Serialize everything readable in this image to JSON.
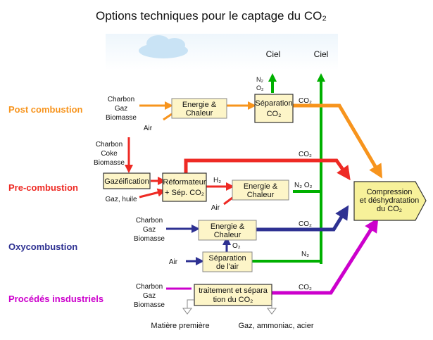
{
  "title": "Options techniques pour le captage du CO₂",
  "sky": {
    "left": "Ciel",
    "right": "Ciel"
  },
  "processes": {
    "post": "Post combustion",
    "pre": "Pre-combustion",
    "oxy": "Oxycombustion",
    "indus": "Procédés insdustriels"
  },
  "inputs": {
    "post_fuels": [
      "Charbon",
      "Gaz",
      "Biomasse"
    ],
    "post_air": "Air",
    "pre_fuels": [
      "Charbon",
      "Coke",
      "Biomasse"
    ],
    "pre_gas": "Gaz, huile",
    "pre_air": "Air",
    "oxy_fuels": [
      "Charbon",
      "Gaz",
      "Biomasse"
    ],
    "oxy_air": "Air",
    "indus_fuels": [
      "Charbon",
      "Gaz",
      "Biomasse"
    ]
  },
  "boxes": {
    "energie": [
      "Energie &",
      "Chaleur"
    ],
    "separation": [
      "Séparation",
      "CO₂"
    ],
    "gazeification": "Gazéification",
    "reformateur": [
      "Réformateur",
      "+ Sép. CO₂"
    ],
    "separation_air": [
      "Séparation",
      "de l'air"
    ],
    "traitement": [
      "traitement et sépara",
      "tion du CO₂"
    ],
    "compression": [
      "Compression",
      "et déshydratation",
      "du CO₂"
    ]
  },
  "flows": {
    "co2": "CO₂",
    "n2": "N₂",
    "o2": "O₂",
    "h2": "H₂",
    "n2_o2": "N₂ O₂",
    "post_vent": [
      "N₂",
      "O₂"
    ]
  },
  "bottom": {
    "matiere": "Matière première",
    "outputs": "Gaz, ammoniac, acier"
  },
  "colors": {
    "post": "#f7941d",
    "pre": "#ee2a24",
    "oxy": "#2e3192",
    "indus": "#cc00cc",
    "vent": "#00b000",
    "box_fill": "#fdf5c8",
    "compression_fill": "#f7f19a"
  }
}
